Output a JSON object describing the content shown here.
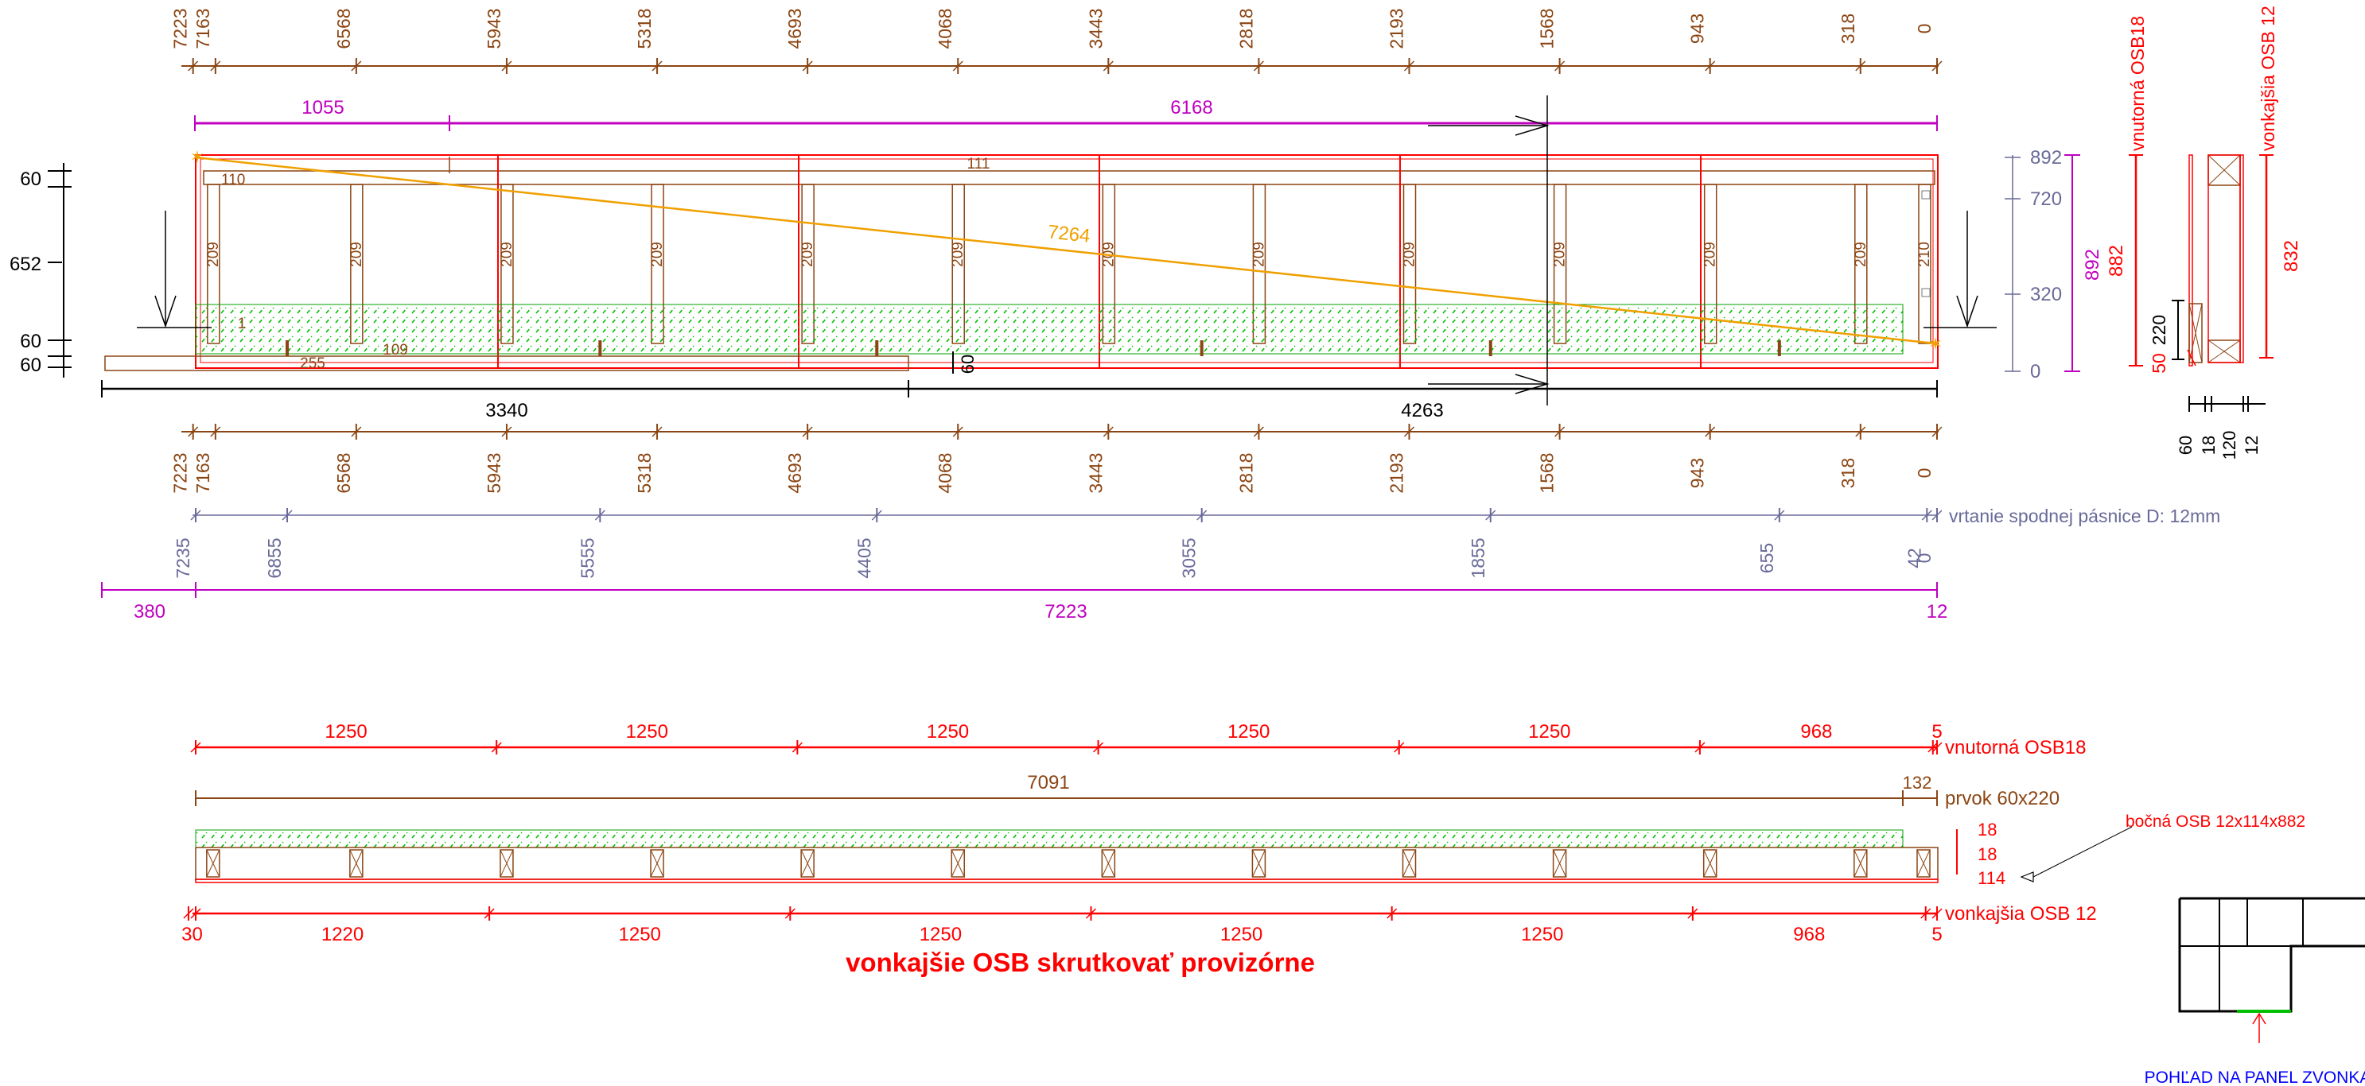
{
  "colors": {
    "brown": "#8B4513",
    "magenta": "#C000C0",
    "red": "#FF0000",
    "purple": "#6A6A9A",
    "orange": "#F0A000",
    "green": "#00C000",
    "black": "#000000",
    "blue": "#0000FF"
  },
  "stud_positions": [
    "7223",
    "7163",
    "6568",
    "5943",
    "5318",
    "4693",
    "4068",
    "3443",
    "2818",
    "2193",
    "1568",
    "943",
    "318",
    "0"
  ],
  "top_segments": {
    "left": "1055",
    "right": "6168"
  },
  "left_dims": {
    "top": "60",
    "height": "652",
    "bottom1": "60",
    "bottom2": "60"
  },
  "panel_labels": {
    "top_plate": "111",
    "top_plate_left": "110",
    "stud_length": "209",
    "end_stud_length": "210",
    "diagonal": "7264",
    "bottom_plate": "109",
    "sill": "255",
    "marker": "1",
    "gap": "60"
  },
  "right_levels": [
    "892",
    "720",
    "320",
    "0"
  ],
  "total_height": "892",
  "bottom_segments": {
    "left": "3340",
    "right": "4263"
  },
  "drilling": {
    "positions": [
      "7235",
      "6855",
      "5555",
      "4405",
      "3055",
      "1855",
      "655",
      "42",
      "0"
    ],
    "label": "vrtanie spodnej pásnice D: 12mm"
  },
  "overall": {
    "left": "380",
    "middle": "7223",
    "right": "12"
  },
  "inner_osb": {
    "segments": [
      "1250",
      "1250",
      "1250",
      "1250",
      "1250",
      "968",
      "5"
    ],
    "label": "vnutorná OSB18"
  },
  "element": {
    "length": "7091",
    "end": "132",
    "label": "prvok 60x220"
  },
  "section_dims": [
    "18",
    "18",
    "114"
  ],
  "side_osb_label": "bočná OSB 12x114x882",
  "outer_osb": {
    "segments": [
      "30",
      "1220",
      "1250",
      "1250",
      "1250",
      "1250",
      "968",
      "5"
    ],
    "label": "vonkajšia OSB 12"
  },
  "note": "vonkajšie OSB skrutkovať provizórne",
  "cross_section": {
    "inner_label": "vnutorná OSB18",
    "outer_label": "vonkajšia OSB 12",
    "inner_height": "882",
    "outer_height": "832",
    "plate_height": "220",
    "base": "50",
    "widths": [
      "60",
      "18",
      "120",
      "12"
    ]
  },
  "view_label": "POHĽAD NA PANEL ZVONKA"
}
